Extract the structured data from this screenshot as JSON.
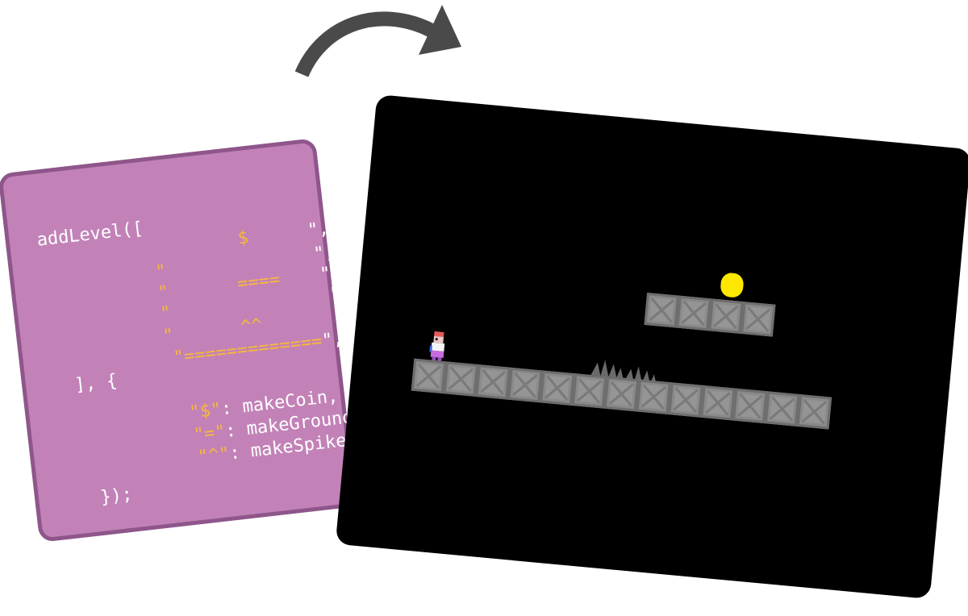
{
  "code": {
    "lines": [
      {
        "parts": [
          {
            "t": "addLevel([",
            "c": "white"
          },
          {
            "t": "         $    ",
            "c": "yellow"
          },
          {
            "t": "\",",
            "c": "white"
          }
        ]
      },
      {
        "parts": [
          {
            "t": "  \"",
            "c": "yellow"
          },
          {
            "t": "          ",
            "c": "yellow"
          },
          {
            "t": "       \",",
            "c": "white"
          }
        ]
      }
    ],
    "header": "addLevel([",
    "map_rows": [
      "\"         $    \",",
      "\"        ====   \",",
      "\"               \",",
      "\"       ^^      \",",
      "\"===============\","
    ],
    "close_open": "], {",
    "mappings": [
      {
        "key": "\"$\"",
        "value": ": makeCoin,"
      },
      {
        "key": "\"=\"",
        "value": ": makeGround,"
      },
      {
        "key": "\"^\"",
        "value": ": makeSpike,"
      }
    ],
    "footer": "});"
  },
  "colors": {
    "card_bg": "#c282b7",
    "card_border": "#8e568a",
    "code_text": "#ffffff",
    "code_highlight": "#f6b73c",
    "screen_bg": "#000000",
    "ground": "#8a8a8a",
    "coin": "#ffe800",
    "arrow": "#4a4a4a"
  },
  "game": {
    "legend": {
      "coin": "$",
      "ground": "=",
      "spike": "^"
    }
  },
  "icons": {
    "arrow": "curved-arrow-icon"
  }
}
